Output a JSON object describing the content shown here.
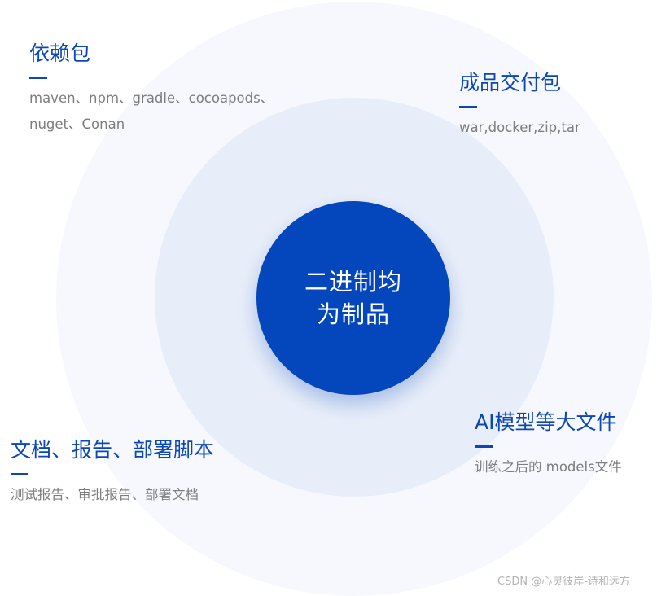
{
  "center": {
    "line1": "二进制均",
    "line2": "为制品"
  },
  "blocks": {
    "dependency": {
      "title": "依赖包",
      "desc_line1": "maven、npm、gradle、cocoapods、",
      "desc_line2": "nuget、Conan"
    },
    "delivery": {
      "title": "成品交付包",
      "desc": "war,docker,zip,tar"
    },
    "docs": {
      "title": "文档、报告、部署脚本",
      "desc": "测试报告、审批报告、部署文档"
    },
    "ai": {
      "title": "AI模型等大文件",
      "desc": "训练之后的 models文件"
    }
  },
  "watermark": "CSDN @心灵彼岸-诗和远方",
  "colors": {
    "accent": "#0446bb",
    "title": "#0b47b5",
    "text_gray": "#7d7d7d",
    "ring_outer": "#f6f8fd",
    "ring_middle": "#e8eef9"
  }
}
